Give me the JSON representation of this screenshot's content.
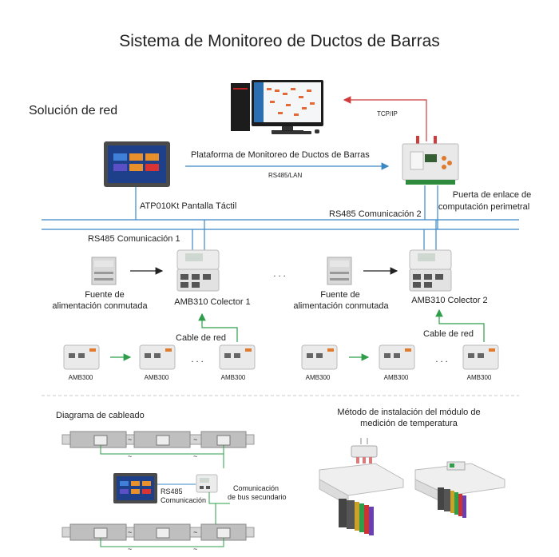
{
  "title": "Sistema de Monitoreo de Ductos de Barras",
  "section_network": "Solución de red",
  "tcp_ip": "TCP/IP",
  "platform": "Plataforma de Monitoreo de Ductos de Barras",
  "rs485_lan": "RS485/LAN",
  "touchscreen": "ATP010Kt Pantalla Táctil",
  "gateway_line1": "Puerta de enlace de",
  "gateway_line2": "computación perimetral",
  "rs485_comm2": "RS485 Comunicación 2",
  "rs485_comm1": "RS485 Comunicación 1",
  "psu_line1": "Fuente de",
  "psu_line2": "alimentación conmutada",
  "collector1": "AMB310 Colector 1",
  "collector2": "AMB310 Colector 2",
  "ellipsis": ". . .",
  "net_cable": "Cable de red",
  "sensor": "AMB300",
  "wiring_title": "Diagrama de cableado",
  "install_line1": "Método de instalación del módulo de",
  "install_line2": "medición de temperatura",
  "wiring_rs485_line1": "RS485",
  "wiring_rs485_line2": "Comunicación",
  "wiring_bus_line1": "Comunicación",
  "wiring_bus_line2": "de bus secundario",
  "tilde": "~",
  "colors": {
    "blue_line": "#3a88c6",
    "green_line": "#2e9e4a",
    "red_arrow": "#d23b3b",
    "dashed_divider": "#c8c8c8"
  },
  "icons": [
    "desktop-computer-icon",
    "touch-panel-icon",
    "gateway-device-icon",
    "power-supply-icon",
    "collector-icon",
    "sensor-module-icon",
    "busbar-icon",
    "install-bracket-icon"
  ]
}
